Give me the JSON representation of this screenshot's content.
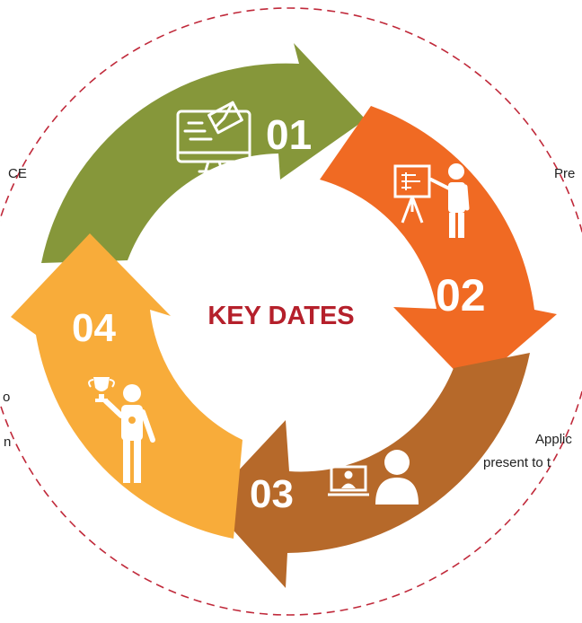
{
  "center_title": "KEY DATES",
  "colors": {
    "step1": "#86973a",
    "step2": "#f06a23",
    "step3": "#b6692a",
    "step4": "#f8ac3a",
    "title": "#b5202b",
    "dashed_ring": "#c0293a"
  },
  "steps": [
    {
      "number": "01",
      "icon": "email-monitor-icon"
    },
    {
      "number": "02",
      "icon": "presenter-icon"
    },
    {
      "number": "03",
      "icon": "video-call-icon"
    },
    {
      "number": "04",
      "icon": "trophy-winner-icon"
    }
  ],
  "side_text": {
    "left_top": "CE",
    "left_middle": "o",
    "left_bottom": "n",
    "right_top": "Pre",
    "right_bottom_line1": "Applic",
    "right_bottom_line2": "present to t"
  }
}
